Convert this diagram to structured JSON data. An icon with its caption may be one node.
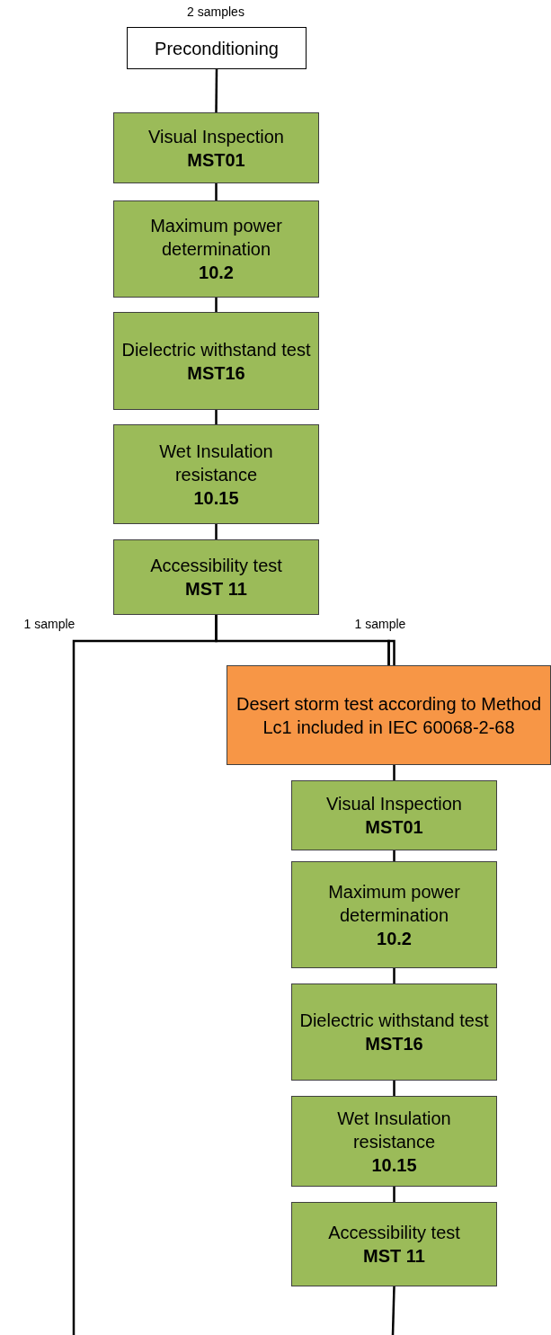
{
  "diagram": {
    "nodes": [
      {
        "text": [
          "Preconditioning"
        ]
      },
      {
        "text": [
          "Visual Inspection",
          "MST01"
        ]
      },
      {
        "text": [
          "Maximum power determination",
          "10.2"
        ]
      },
      {
        "text": [
          "Dielectric withstand test",
          "MST16"
        ]
      },
      {
        "text": [
          "Wet Insulation resistance",
          "10.15"
        ]
      },
      {
        "text": [
          "Accessibility test",
          "MST 11"
        ]
      },
      {
        "text": [
          "Desert storm test according to Method Lc1 included in IEC 60068-2-68"
        ]
      },
      {
        "text": [
          "Visual Inspection",
          "MST01"
        ]
      },
      {
        "text": [
          "Maximum power determination",
          "10.2"
        ]
      },
      {
        "text": [
          "Dielectric withstand test",
          "MST16"
        ]
      },
      {
        "text": [
          "Wet Insulation resistance",
          "10.15"
        ]
      },
      {
        "text": [
          "Accessibility test",
          "MST 11"
        ]
      }
    ],
    "edges": [
      {
        "from": 0,
        "to": 1,
        "arrow": "none"
      },
      {
        "from": 1,
        "to": 2,
        "arrow": "none"
      },
      {
        "from": 2,
        "to": 3,
        "arrow": "none"
      },
      {
        "from": 3,
        "to": 4,
        "arrow": "none"
      },
      {
        "from": 4,
        "to": 5,
        "arrow": "none"
      },
      {
        "from": 5,
        "to": null,
        "arrow": "none"
      },
      {
        "from": 5,
        "to": 6,
        "arrow": "none"
      },
      {
        "from": 6,
        "to": 7,
        "arrow": "none"
      },
      {
        "from": 7,
        "to": 8,
        "arrow": "none"
      },
      {
        "from": 8,
        "to": 9,
        "arrow": "none"
      },
      {
        "from": 9,
        "to": 10,
        "arrow": "none"
      },
      {
        "from": 10,
        "to": 11,
        "arrow": "none"
      },
      {
        "from": 11,
        "to": null,
        "arrow": "none"
      }
    ],
    "labels": [
      "2 samples",
      "1 sample",
      "1 sample"
    ]
  }
}
